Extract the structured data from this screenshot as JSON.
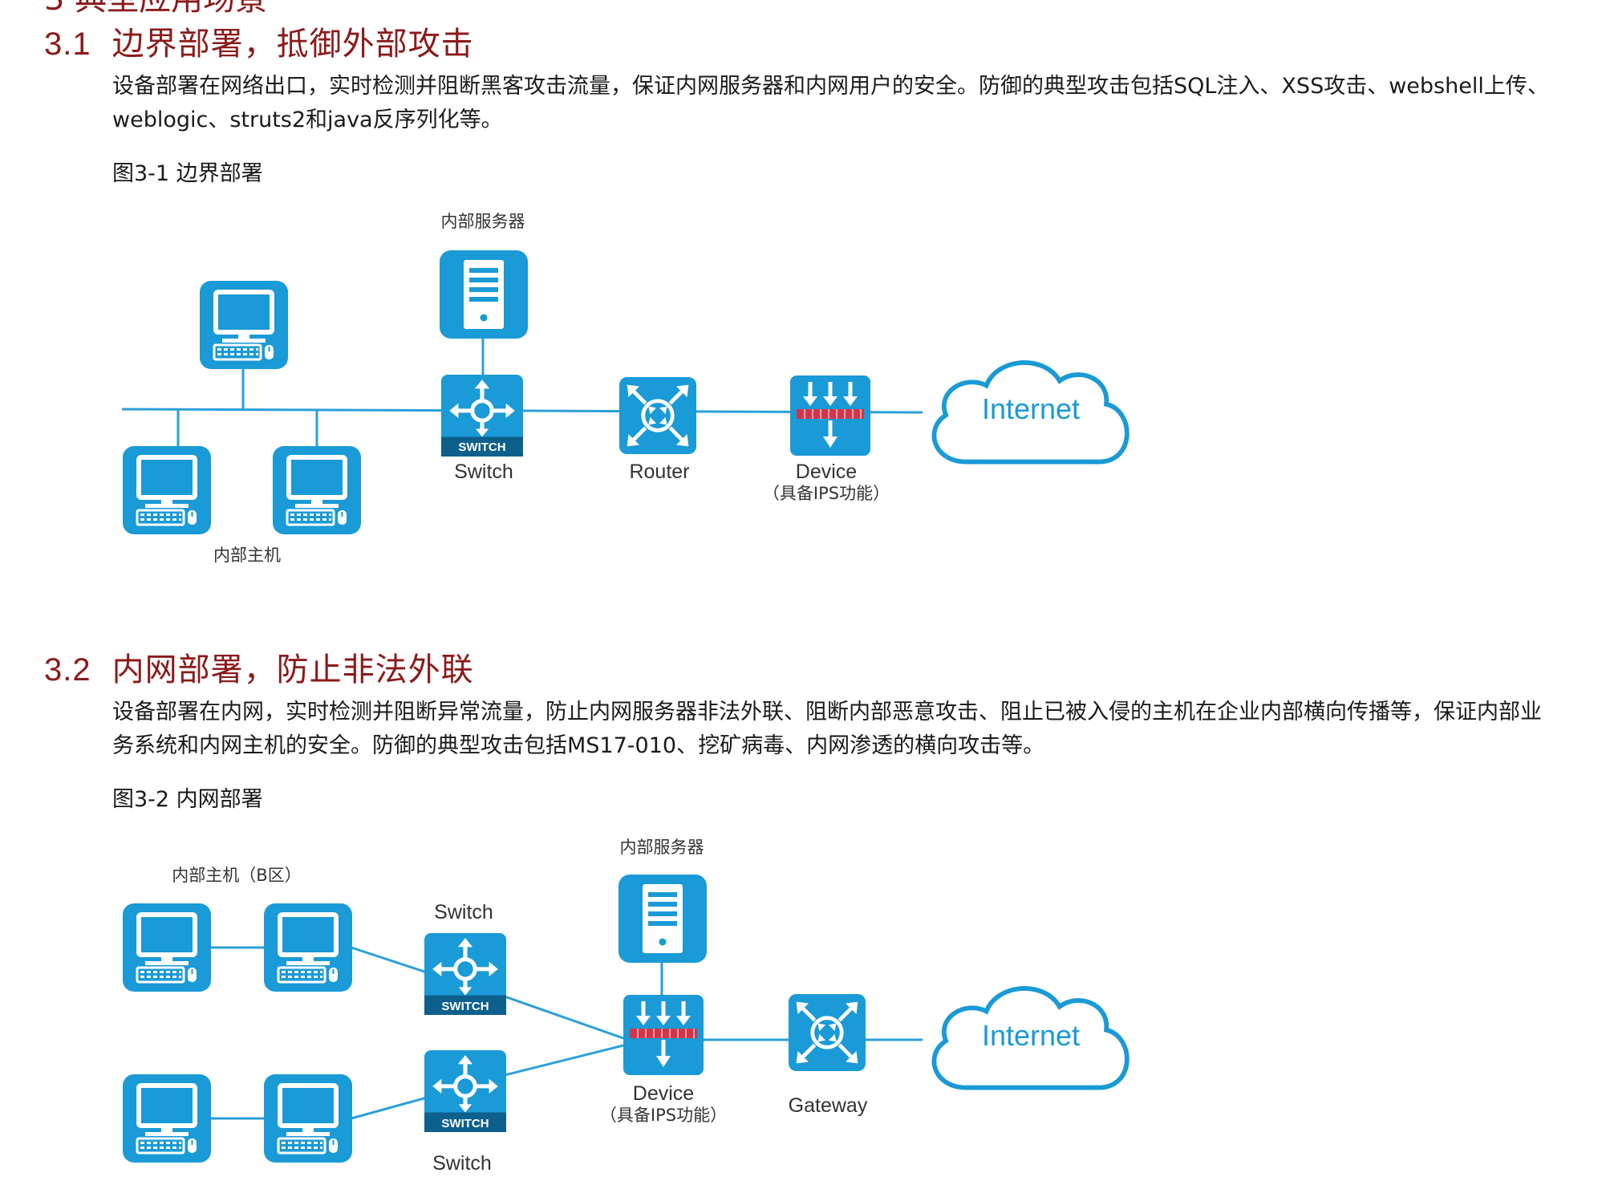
{
  "top_cut_heading": "3 典型应用场景",
  "sections": [
    {
      "number": "3.1",
      "title": "边界部署，抵御外部攻击",
      "paragraph": "设备部署在网络出口，实时检测并阻断黑客攻击流量，保证内网服务器和内网用户的安全。防御的典型攻击包括SQL注入、XSS攻击、webshell上传、weblogic、struts2和java反序列化等。",
      "figure_caption": "图3-1 边界部署",
      "diagram": {
        "server_label": "内部服务器",
        "hosts_label": "内部主机",
        "switch_label": "Switch",
        "switch_badge": "SWITCH",
        "router_label": "Router",
        "device_label": "Device",
        "device_sub": "（具备IPS功能）",
        "internet_label": "Internet"
      }
    },
    {
      "number": "3.2",
      "title": "内网部署，防止非法外联",
      "paragraph": "设备部署在内网，实时检测并阻断异常流量，防止内网服务器非法外联、阻断内部恶意攻击、阻止已被入侵的主机在企业内部横向传播等，保证内部业务系统和内网主机的安全。防御的典型攻击包括MS17-010、挖矿病毒、内网渗透的横向攻击等。",
      "figure_caption": "图3-2 内网部署",
      "diagram": {
        "server_label": "内部服务器",
        "hosts_label": "内部主机（B区）",
        "switch_top_label": "Switch",
        "switch_bottom_label": "Switch",
        "switch_badge": "SWITCH",
        "device_label": "Device",
        "device_sub": "（具备IPS功能）",
        "gateway_label": "Gateway",
        "internet_label": "Internet"
      }
    }
  ],
  "colors": {
    "heading": "#8b1a1a",
    "icon_blue": "#1a9ad6",
    "line_blue": "#2b9fd9",
    "ips_red": "#d1364a"
  },
  "icons": [
    "computer-icon",
    "server-icon",
    "switch-icon",
    "router-icon",
    "ips-device-icon",
    "cloud-icon",
    "gateway-icon"
  ]
}
